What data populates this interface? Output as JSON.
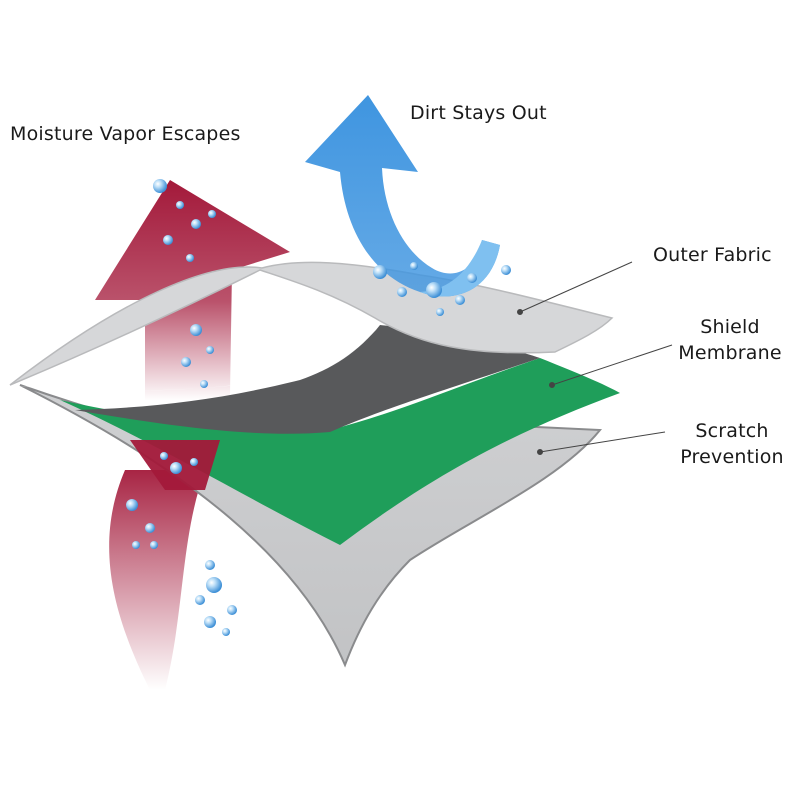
{
  "labels": {
    "moisture": "Moisture Vapor Escapes",
    "dirt": "Dirt Stays Out",
    "outer_fabric": "Outer Fabric",
    "shield_line1": "Shield",
    "shield_line2": "Membrane",
    "scratch_line1": "Scratch",
    "scratch_line2": "Prevention"
  },
  "colors": {
    "outer_fabric": "#d6d7d9",
    "inner_dark": "#58595b",
    "shield_membrane": "#1f9e5a",
    "scratch_layer": "#cfd0d2",
    "vapor_arrow": "#a3193a",
    "dirt_arrow": "#3f95e0",
    "droplet": "#5ca9e6"
  },
  "icons": {
    "vapor_arrow": "up-arrow-icon",
    "dirt_arrow": "deflect-arrow-icon",
    "droplets": "water-droplet-icon"
  }
}
